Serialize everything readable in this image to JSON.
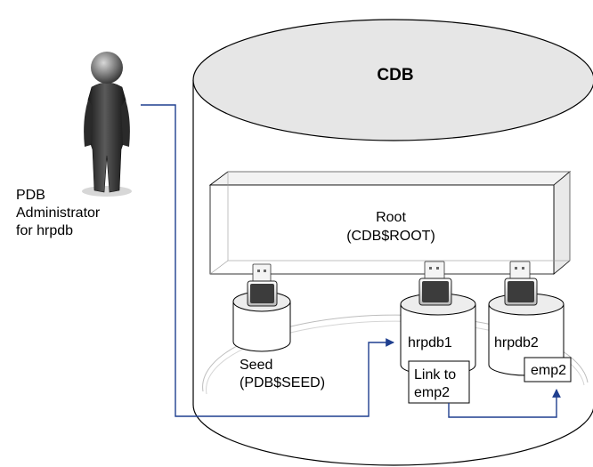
{
  "cdb": {
    "label": "CDB"
  },
  "root": {
    "name": "Root",
    "id": "(CDB$ROOT)"
  },
  "seed": {
    "name": "Seed",
    "id": "(PDB$SEED)"
  },
  "pdbs": [
    {
      "name": "hrpdb1",
      "note_line1": "Link to",
      "note_line2": "emp2"
    },
    {
      "name": "hrpdb2",
      "note": "emp2"
    }
  ],
  "admin": {
    "line1": "PDB",
    "line2": "Administrator",
    "line3": "for hrpdb"
  },
  "colors": {
    "connector": "#1f3f8f",
    "cylinder_top": "#e6e6e6",
    "outline": "#000000"
  }
}
